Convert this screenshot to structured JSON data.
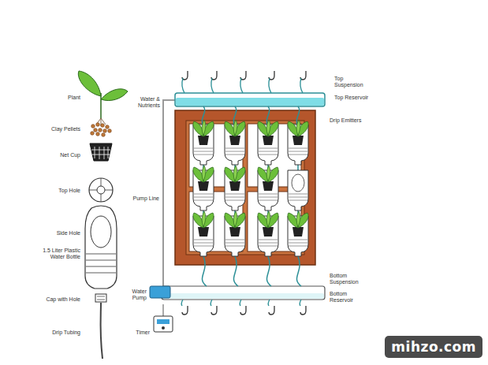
{
  "diagram": {
    "labels": [
      "Plant",
      "Clay Pellets",
      "Net Cup",
      "Top Hole",
      "Side Hole",
      "1.5 Liter Plastic Water Bottle",
      "Cap with Hole",
      "Drip Tubing",
      "Water & Nutrients",
      "Pump Line",
      "Water Pump",
      "Timer",
      "Top Suspension",
      "Top Reservoir",
      "Drip Emitters",
      "Bottom Suspension",
      "Bottom Reservoir",
      "mihzo.com"
    ]
  }
}
